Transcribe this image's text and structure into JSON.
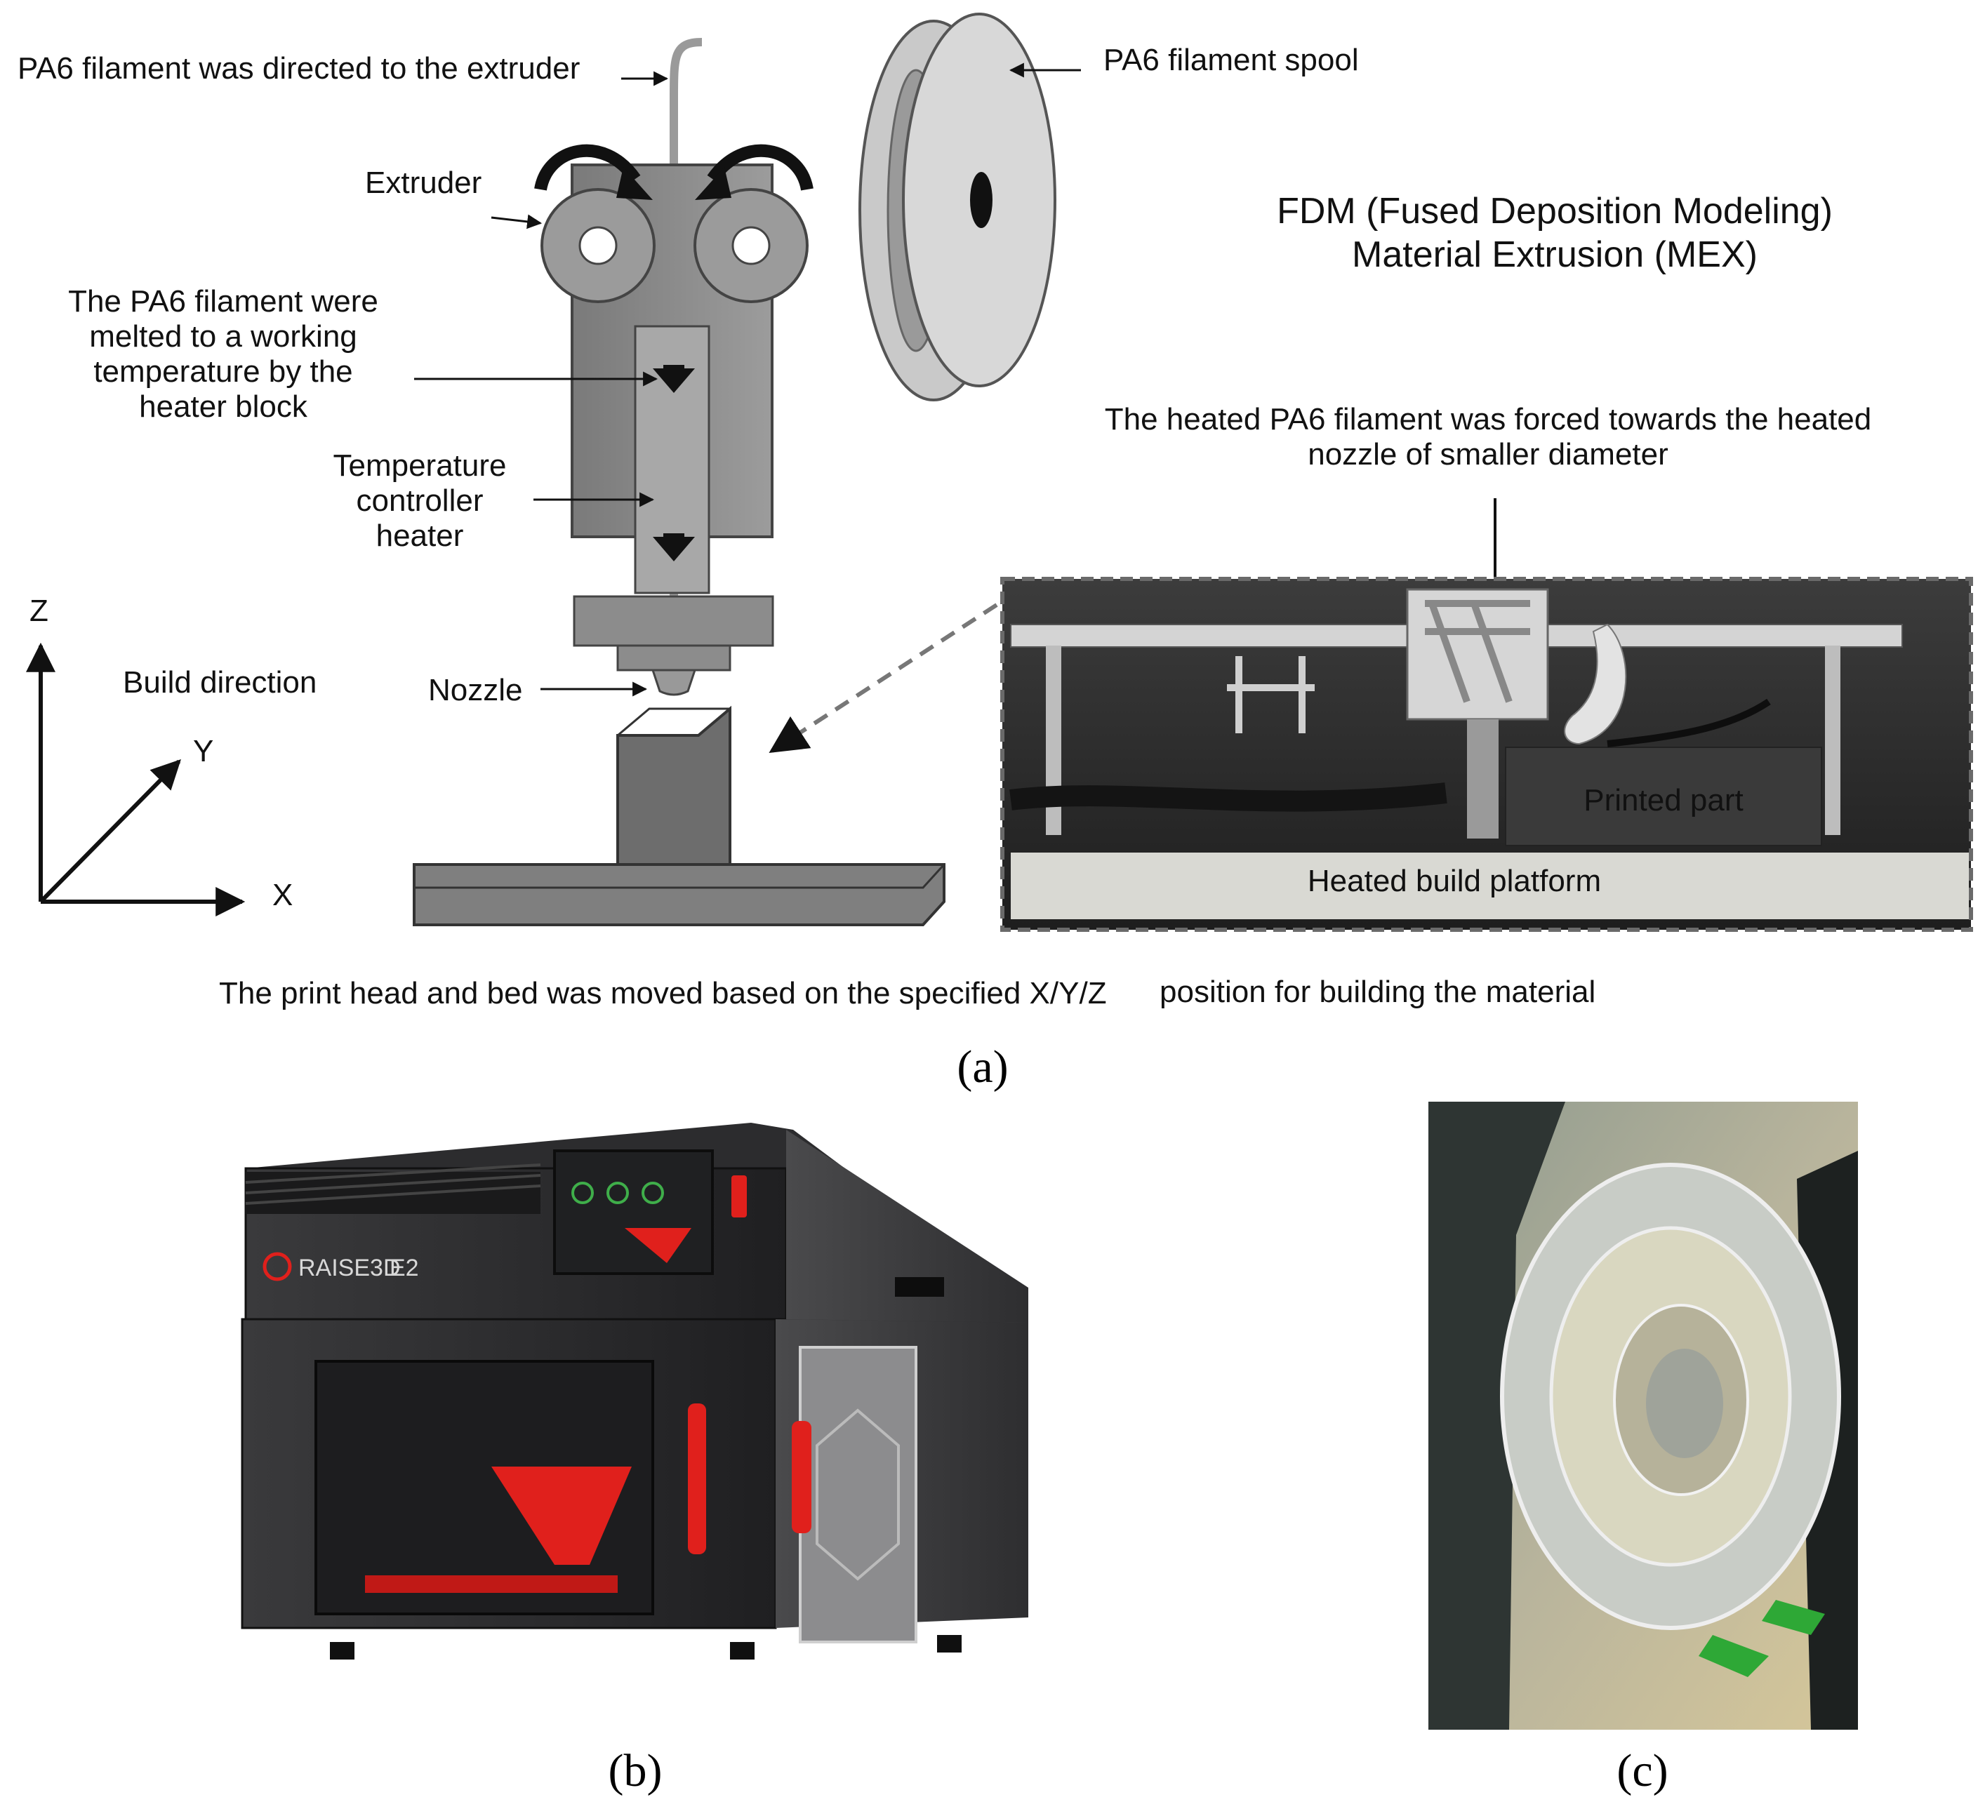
{
  "panel_a": {
    "labels": {
      "directed": "PA6 filament was directed to the extruder",
      "spool": "PA6 filament spool",
      "extruder": "Extruder",
      "melted_1": "The PA6 filament were",
      "melted_2": "melted to a working",
      "melted_3": "temperature by the",
      "melted_4": "heater block",
      "temp_1": "Temperature",
      "temp_2": "controller",
      "temp_3": "heater",
      "nozzle": "Nozzle",
      "build_direction": "Build direction",
      "axis_z": "Z",
      "axis_y": "Y",
      "axis_x": "X",
      "fdm_1": "FDM (Fused Deposition Modeling)",
      "fdm_2": "Material Extrusion (MEX)",
      "forced_1": "The heated PA6 filament was forced towards the heated",
      "forced_2": "nozzle of smaller diameter",
      "printed_part": "Printed part",
      "platform": "Heated build platform",
      "bottom_1": "The print head and bed was moved based on the specified X/Y/Z",
      "bottom_2": "position for building the material"
    },
    "caption": "(a)"
  },
  "panel_b": {
    "brand": "RAISE3D",
    "model": "E2",
    "caption": "(b)"
  },
  "panel_c": {
    "caption": "(c)"
  },
  "colors": {
    "printer_body": "#2b2b2d",
    "accent_red": "#e0201c",
    "spool_grey": "#bdbdbd",
    "background": "#ffffff"
  }
}
